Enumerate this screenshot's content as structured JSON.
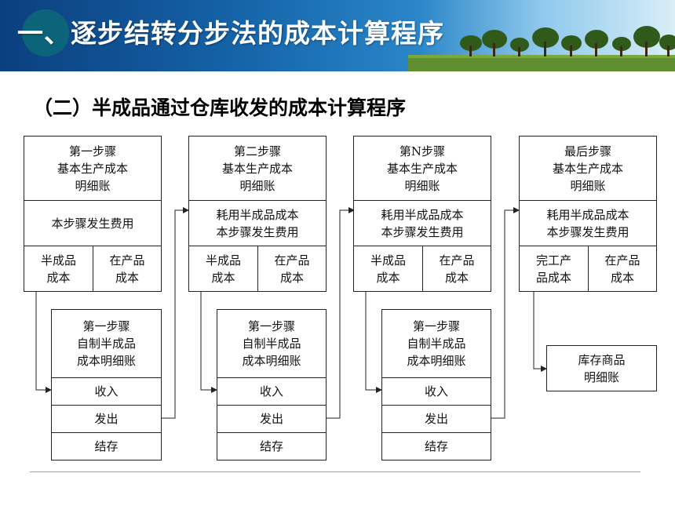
{
  "header": {
    "title": "一、逐步结转分步法的成本计算程序"
  },
  "subtitle": "（二）半成品通过仓库收发的成本计算程序",
  "steps": [
    {
      "account": [
        "第一步骤",
        "基本生产成本",
        "明细账"
      ],
      "expense": [
        "本步骤发生费用"
      ],
      "left_cell": [
        "半成品",
        "成本"
      ],
      "right_cell": [
        "在产品",
        "成本"
      ]
    },
    {
      "account": [
        "第二步骤",
        "基本生产成本",
        "明细账"
      ],
      "expense": [
        "耗用半成品成本",
        "本步骤发生费用"
      ],
      "left_cell": [
        "半成品",
        "成本"
      ],
      "right_cell": [
        "在产品",
        "成本"
      ]
    },
    {
      "account": [
        "第N步骤",
        "基本生产成本",
        "明细账"
      ],
      "expense": [
        "耗用半成品成本",
        "本步骤发生费用"
      ],
      "left_cell": [
        "半成品",
        "成本"
      ],
      "right_cell": [
        "在产品",
        "成本"
      ]
    },
    {
      "account": [
        "最后步骤",
        "基本生产成本",
        "明细账"
      ],
      "expense": [
        "耗用半成品成本",
        "本步骤发生费用"
      ],
      "left_cell": [
        "完工产",
        "品成本"
      ],
      "right_cell": [
        "在产品",
        "成本"
      ]
    }
  ],
  "ledgers": [
    {
      "title": [
        "第一步骤",
        "自制半成品",
        "成本明细账"
      ],
      "receipt": "收入",
      "issue": "发出",
      "balance": "结存"
    },
    {
      "title": [
        "第一步骤",
        "自制半成品",
        "成本明细账"
      ],
      "receipt": "收入",
      "issue": "发出",
      "balance": "结存"
    },
    {
      "title": [
        "第一步骤",
        "自制半成品",
        "成本明细账"
      ],
      "receipt": "收入",
      "issue": "发出",
      "balance": "结存"
    }
  ],
  "inventory": [
    "库存商品",
    "明细账"
  ]
}
